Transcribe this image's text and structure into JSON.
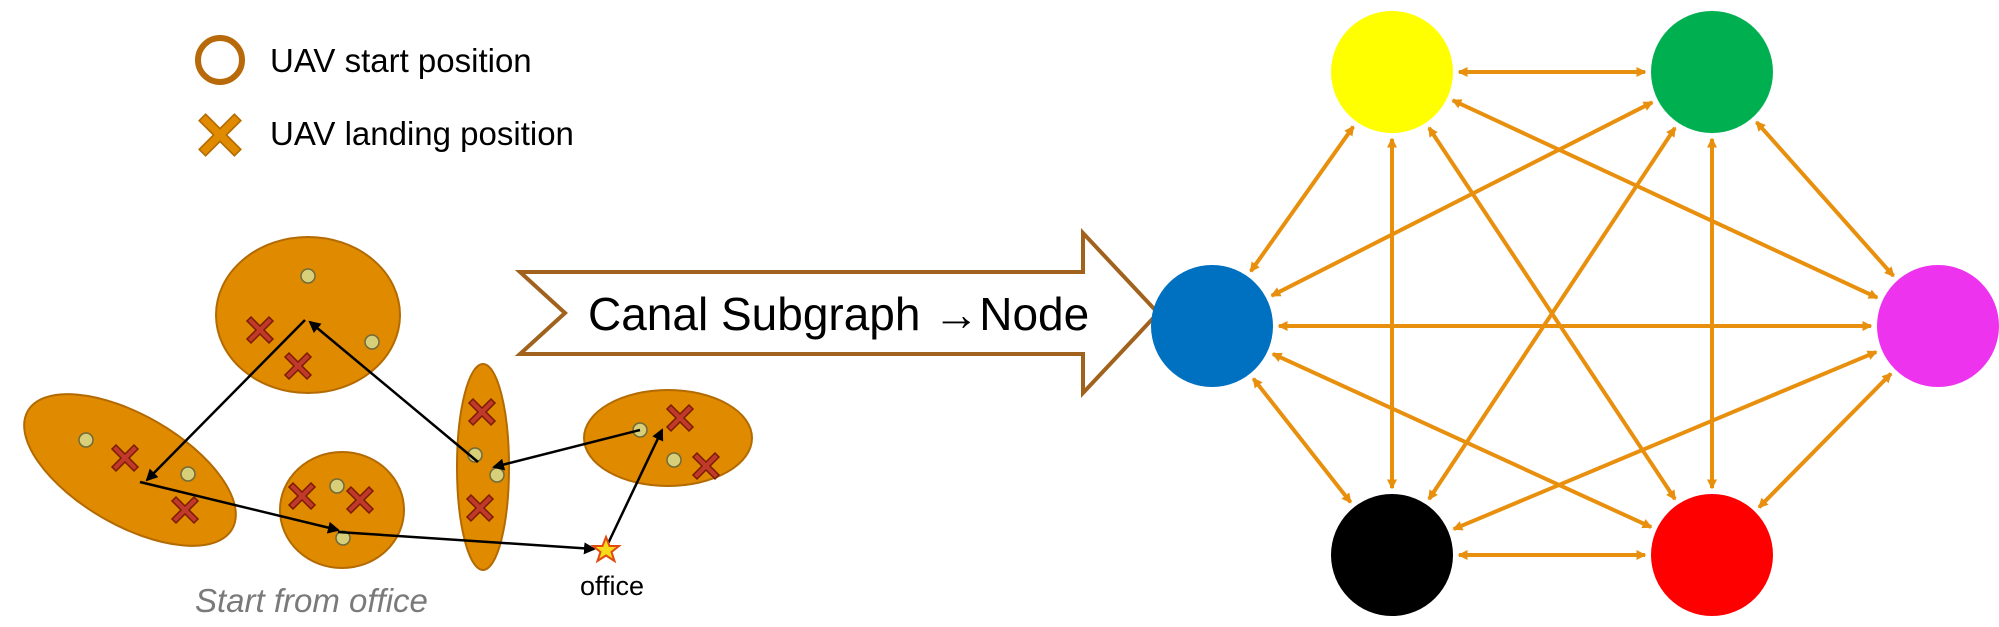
{
  "legend": {
    "start_label": "UAV start position",
    "landing_label": "UAV landing position"
  },
  "left_map": {
    "caption": "Start from office",
    "office_label": "office",
    "colors": {
      "canal_fill": "#e08a00",
      "canal_stroke": "#b36a00",
      "start_dot": "#d8cf7a",
      "landing_cross": "#c0392b",
      "path": "#000000",
      "office_star": "#f7dc1a"
    }
  },
  "transform_arrow": {
    "label": "Canal Subgraph →Node",
    "stroke": "#a0621c"
  },
  "graph": {
    "edge_color": "#e8900e",
    "nodes": [
      {
        "id": "yellow",
        "color": "#ffff00"
      },
      {
        "id": "green",
        "color": "#00b050"
      },
      {
        "id": "blue",
        "color": "#0070c0"
      },
      {
        "id": "magenta",
        "color": "#ee33ee"
      },
      {
        "id": "black",
        "color": "#000000"
      },
      {
        "id": "red",
        "color": "#ff0000"
      }
    ]
  }
}
